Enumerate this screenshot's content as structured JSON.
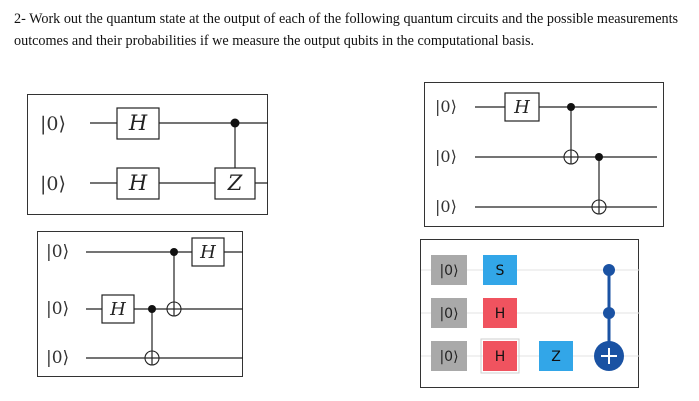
{
  "question": "2- Work out the quantum state at the output of each of the following quantum circuits and the possible measurements outcomes and their probabilities if we measure the output qubits in the computational basis.",
  "ket": "|0⟩",
  "qk_ket": "|0⟩",
  "circuit1": {
    "gates": [
      "H",
      "H",
      "Z"
    ]
  },
  "circuit2": {
    "gates": [
      "H"
    ]
  },
  "circuit3": {
    "gates": [
      "H",
      "H"
    ]
  },
  "circuit4": {
    "gates": [
      "S",
      "H",
      "H",
      "Z"
    ],
    "colors": {
      "S": "#32a6e8",
      "H": "#f0535f",
      "Z": "#32a6e8",
      "ket_bg": "#a9a9a9",
      "control": "#1a52a3"
    }
  }
}
